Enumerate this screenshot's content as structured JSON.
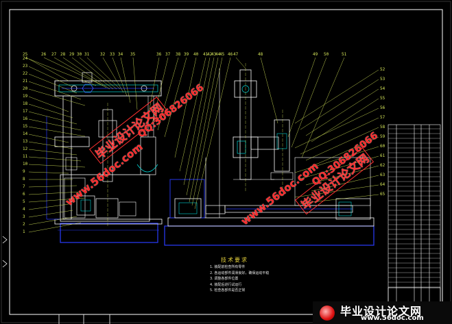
{
  "drawing": {
    "top_labels": [
      "25",
      "26",
      "27",
      "28",
      "29",
      "30",
      "31",
      "32",
      "33",
      "34",
      "35",
      "36",
      "37",
      "38",
      "39",
      "40",
      "41",
      "42",
      "43",
      "44",
      "45",
      "46",
      "47",
      "48",
      "49",
      "50",
      "51"
    ],
    "left_labels": [
      "24",
      "23",
      "22",
      "21",
      "20",
      "19",
      "18",
      "17",
      "16",
      "15",
      "14",
      "13",
      "12",
      "11",
      "10",
      "9",
      "8",
      "7",
      "6",
      "5",
      "4",
      "3",
      "2",
      "1"
    ],
    "right_labels": [
      "52",
      "53",
      "54",
      "55",
      "56",
      "57",
      "58",
      "59",
      "60",
      "61",
      "62",
      "63",
      "64",
      "65"
    ]
  },
  "notes": {
    "title": "技术要求",
    "items": [
      "1. 装配前检查所有零件",
      "2. 各运动部件润滑良好，确保运动平稳",
      "3. 调整各部件位置",
      "4. 装配后进行试运行",
      "5. 检查各部件是否正常"
    ]
  },
  "watermarks": {
    "site": "www.56doc.com",
    "qq": "QQ:306826066",
    "brand": "毕业设计论文网"
  },
  "footer": {
    "title": "毕业设计论文网",
    "url": "www.56doc.com"
  },
  "colors": {
    "background": "#000000",
    "frame": "#ffffff",
    "machine": "#ffffff",
    "base": "#2a3cff",
    "accent": "#00d8d8",
    "leader": "#d7e85a",
    "watermark": "#ff2a2a"
  }
}
